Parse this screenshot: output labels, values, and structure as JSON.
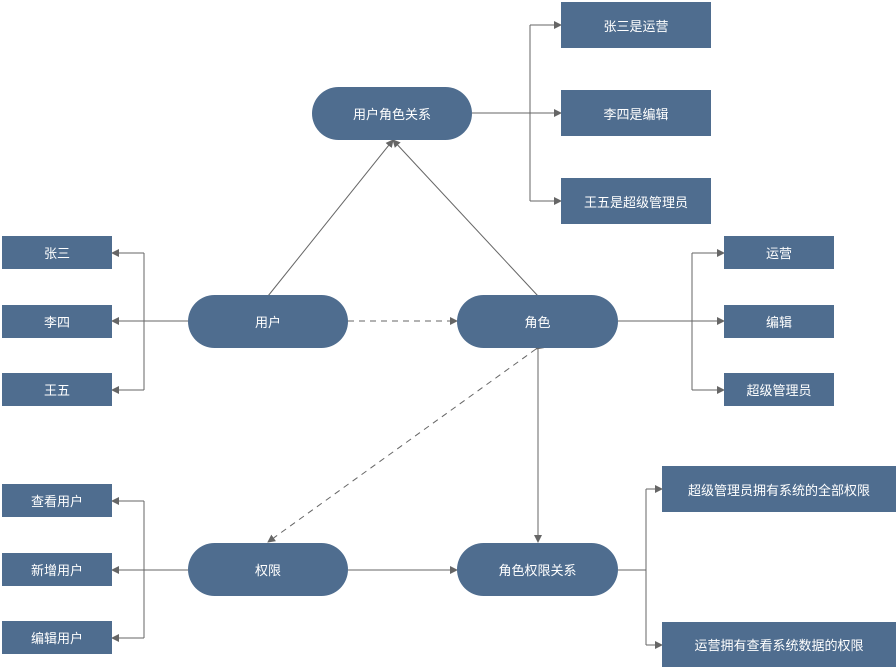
{
  "nodes": {
    "user_role_relation": "用户角色关系",
    "user": "用户",
    "role": "角色",
    "permission": "权限",
    "role_permission_relation": "角色权限关系"
  },
  "relations_examples": [
    "张三是运营",
    "李四是编辑",
    "王五是超级管理员"
  ],
  "users": [
    "张三",
    "李四",
    "王五"
  ],
  "roles": [
    "运营",
    "编辑",
    "超级管理员"
  ],
  "permissions": [
    "查看用户",
    "新增用户",
    "编辑用户"
  ],
  "role_permission_examples": [
    "超级管理员拥有系统的全部权限",
    "运营拥有查看系统数据的权限"
  ],
  "colors": {
    "node_fill": "#4f6d8f",
    "line": "#666666",
    "text": "#ffffff"
  }
}
